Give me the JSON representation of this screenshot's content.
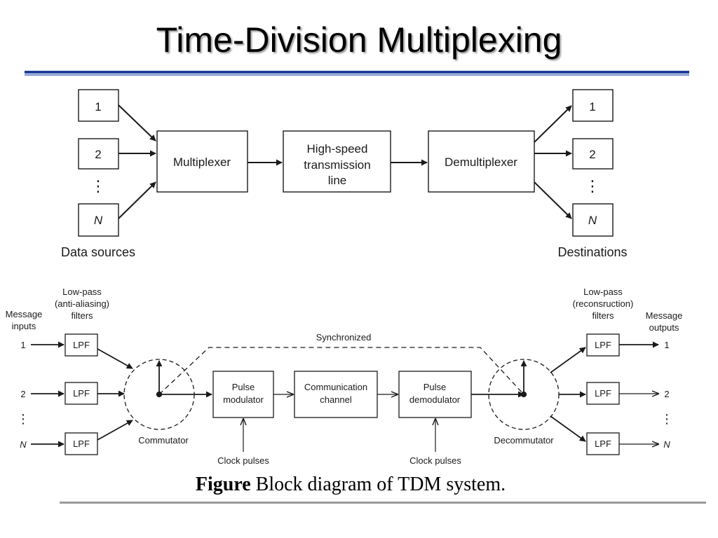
{
  "slide": {
    "title": "Time-Division Multiplexing",
    "caption_bold": "Figure",
    "caption_rest": " Block diagram of TDM system."
  },
  "top_diagram": {
    "sources": [
      "1",
      "2",
      "N"
    ],
    "destinations": [
      "1",
      "2",
      "N"
    ],
    "vdots": "⋮",
    "multiplexer": "Multiplexer",
    "line": [
      "High-speed",
      "transmission",
      "line"
    ],
    "demultiplexer": "Demultiplexer",
    "sources_label": "Data sources",
    "destinations_label": "Destinations"
  },
  "bottom_diagram": {
    "lpf_in_title": [
      "Low-pass",
      "(anti-aliasing)",
      "filters"
    ],
    "message_inputs": [
      "Message",
      "inputs"
    ],
    "inputs": [
      "1",
      "2",
      "N"
    ],
    "lpf": "LPF",
    "commutator": "Commutator",
    "synchronized": "Synchronized",
    "pulse_modulator": [
      "Pulse",
      "modulator"
    ],
    "channel": [
      "Communication",
      "channel"
    ],
    "pulse_demodulator": [
      "Pulse",
      "demodulator"
    ],
    "clock_pulses": "Clock pulses",
    "decommutator": "Decommutator",
    "lpf_out_title": [
      "Low-pass",
      "(reconsruction)",
      "filters"
    ],
    "message_outputs": [
      "Message",
      "outputs"
    ],
    "outputs": [
      "1",
      "2",
      "N"
    ]
  }
}
